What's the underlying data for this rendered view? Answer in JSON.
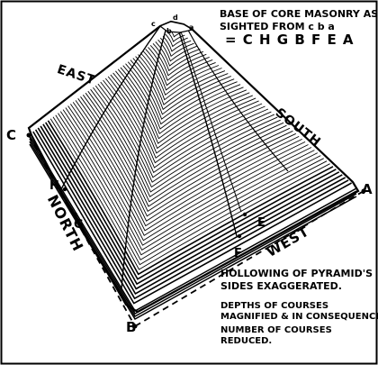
{
  "caption": {
    "line1": "BASE OF CORE MASONRY AS",
    "line2": "SIGHTED FROM c b a",
    "line3": "= C H G B F E A"
  },
  "corners": {
    "c": "C",
    "a": "A",
    "b": "B"
  },
  "points": {
    "h": "H",
    "g": "G",
    "f": "F",
    "e": "E"
  },
  "apex_points": {
    "c": "c",
    "d": "d",
    "b": "b",
    "a": "a"
  },
  "sides": {
    "east": "EAST",
    "south": "SOUTH",
    "north": "NORTH",
    "west": "WEST"
  },
  "notes": {
    "hollowing_1": "HOLLOWING OF PYRAMID'S",
    "hollowing_2": "SIDES EXAGGERATED.",
    "depths_1": "DEPTHS OF COURSES",
    "depths_2": "MAGNIFIED & IN CONSEQUENCE",
    "number_1": "NUMBER OF COURSES",
    "number_2": "REDUCED."
  },
  "colors": {
    "ink": "#000000",
    "paper": "#ffffff"
  }
}
